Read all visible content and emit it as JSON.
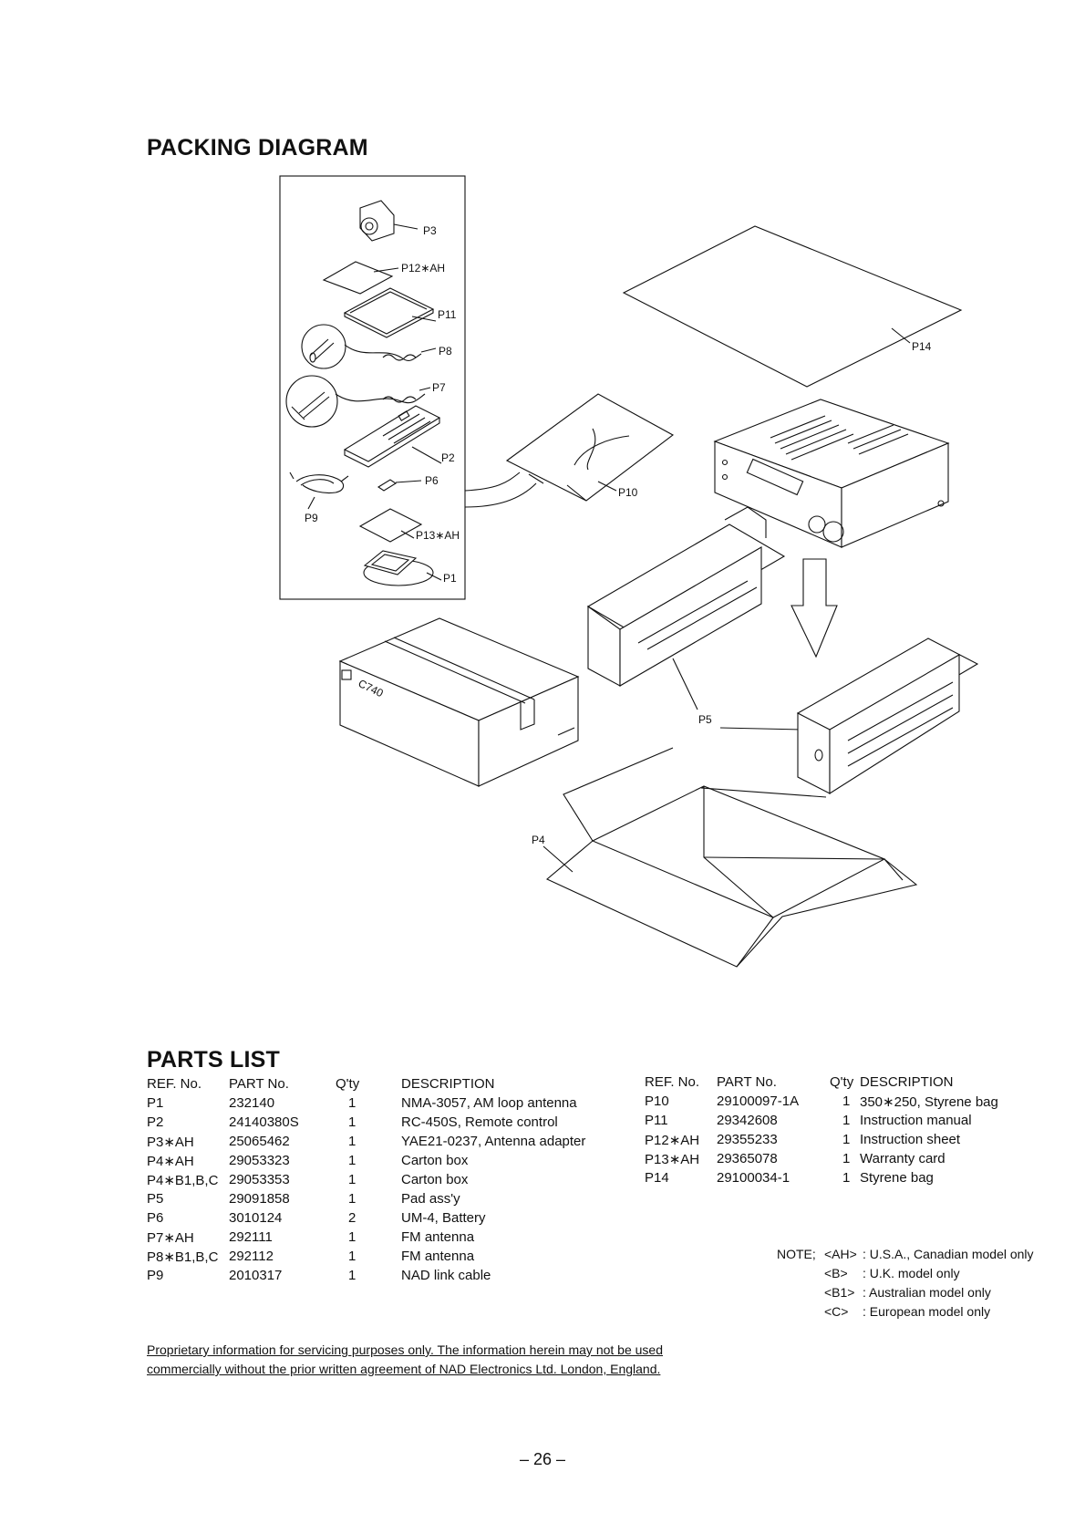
{
  "diagram": {
    "title": "PACKING DIAGRAM",
    "labels": {
      "p3": "P3",
      "p12": "P12∗AH",
      "p11": "P11",
      "p8": "P8",
      "p7": "P7",
      "p2": "P2",
      "p6": "P6",
      "p9": "P9",
      "p13": "P13∗AH",
      "p1": "P1",
      "p14": "P14",
      "p10": "P10",
      "p5": "P5",
      "p4": "P4"
    },
    "box_print": "C740"
  },
  "parts_list": {
    "title": "PARTS LIST",
    "columns": [
      "REF. No.",
      "PART No.",
      "Q'ty",
      "DESCRIPTION"
    ],
    "left_rows": [
      {
        "ref": "P1",
        "part": "232140",
        "qty": "1",
        "desc": "NMA-3057, AM loop antenna"
      },
      {
        "ref": "P2",
        "part": "24140380S",
        "qty": "1",
        "desc": "RC-450S, Remote control"
      },
      {
        "ref": "P3∗AH",
        "part": "25065462",
        "qty": "1",
        "desc": "YAE21-0237, Antenna adapter"
      },
      {
        "ref": "P4∗AH",
        "part": "29053323",
        "qty": "1",
        "desc": "Carton box"
      },
      {
        "ref": "P4∗B1,B,C",
        "part": "29053353",
        "qty": "1",
        "desc": "Carton box"
      },
      {
        "ref": "P5",
        "part": "29091858",
        "qty": "1",
        "desc": "Pad ass'y"
      },
      {
        "ref": "P6",
        "part": "3010124",
        "qty": "2",
        "desc": "UM-4, Battery"
      },
      {
        "ref": "P7∗AH",
        "part": "292111",
        "qty": "1",
        "desc": "FM antenna"
      },
      {
        "ref": "P8∗B1,B,C",
        "part": "292112",
        "qty": "1",
        "desc": "FM antenna"
      },
      {
        "ref": "P9",
        "part": "2010317",
        "qty": "1",
        "desc": "NAD link cable"
      }
    ],
    "right_rows": [
      {
        "ref": "P10",
        "part": "29100097-1A",
        "qty": "1",
        "desc": "350∗250, Styrene bag"
      },
      {
        "ref": "P11",
        "part": "29342608",
        "qty": "1",
        "desc": "Instruction manual"
      },
      {
        "ref": "P12∗AH",
        "part": "29355233",
        "qty": "1",
        "desc": "Instruction sheet"
      },
      {
        "ref": "P13∗AH",
        "part": "29365078",
        "qty": "1",
        "desc": "Warranty card"
      },
      {
        "ref": "P14",
        "part": "29100034-1",
        "qty": "1",
        "desc": "Styrene bag"
      }
    ]
  },
  "note": {
    "lead": "NOTE;",
    "items": [
      {
        "code": "<AH>",
        "text": ": U.S.A., Canadian model only"
      },
      {
        "code": "<B>",
        "text": ": U.K. model only"
      },
      {
        "code": "<B1>",
        "text": ": Australian model only"
      },
      {
        "code": "<C>",
        "text": ": European model only"
      }
    ]
  },
  "footer": {
    "proprietary_line1": "Proprietary information for servicing purposes only. The information herein may not be used",
    "proprietary_line2": "commercially without the prior written agreement of NAD Electronics Ltd. London, England.",
    "page_number": "– 26 –"
  }
}
